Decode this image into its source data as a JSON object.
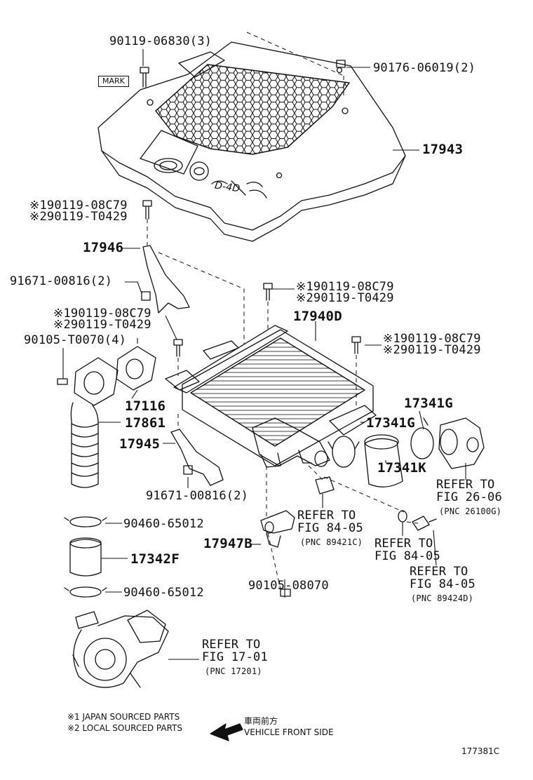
{
  "labels": {
    "p_9011906830": "90119-06830(3)",
    "p_9017606019": "90176-06019(2)",
    "p_17943": "17943",
    "p_bolt_top_1": "90119-08C79",
    "p_bolt_top_2": "90119-T0429",
    "p_17946": "17946",
    "p_9167100816a": "91671-00816(2)",
    "p_bolt_mid_1": "90119-08C79",
    "p_bolt_mid_2": "90119-T0429",
    "p_bolt_left_1": "90119-08C79",
    "p_bolt_left_2": "90119-T0429",
    "p_9010570070": "90105-T0070(4)",
    "p_17940D": "17940D",
    "p_bolt_right_1": "90119-08C79",
    "p_bolt_right_2": "90119-T0429",
    "p_17341G_a": "17341G",
    "p_17341G_b": "17341G",
    "p_17116": "17116",
    "p_17861": "17861",
    "p_17945": "17945",
    "p_17341K": "17341K",
    "p_9167100816b": "91671-00816(2)",
    "p_9046065012a": "90460-65012",
    "p_17342F": "17342F",
    "p_9046065012b": "90460-65012",
    "p_17947B": "17947B",
    "p_9010508070": "90105-08070",
    "mark": "MARK",
    "note_marker_1": "※1",
    "note_marker_2": "※2"
  },
  "refs": {
    "ref_2606_title": "REFER TO",
    "ref_2606_fig": "FIG 26-06",
    "ref_2606_pnc": "(PNC 26100G)",
    "ref_8405a_title": "REFER TO",
    "ref_8405a_fig": "FIG 84-05",
    "ref_8405a_pnc": "(PNC 89421C)",
    "ref_8405b_title": "REFER TO",
    "ref_8405b_fig": "FIG 84-05",
    "ref_8405c_title": "REFER TO",
    "ref_8405c_fig": "FIG 84-05",
    "ref_8405c_pnc": "(PNC 89424D)",
    "ref_1701_title": "REFER TO",
    "ref_1701_fig": "FIG 17-01",
    "ref_1701_pnc": "(PNC 17201)"
  },
  "notes": {
    "note1": "※1 JAPAN SOURCED PARTS",
    "note2": "※2 LOCAL SOURCED PARTS"
  },
  "front": {
    "jp": "車両前方",
    "en": "VEHICLE FRONT SIDE"
  },
  "logo_text": "D-4D",
  "diagram_code": "177381C",
  "colors": {
    "ink": "#111111",
    "background": "#ffffff"
  }
}
